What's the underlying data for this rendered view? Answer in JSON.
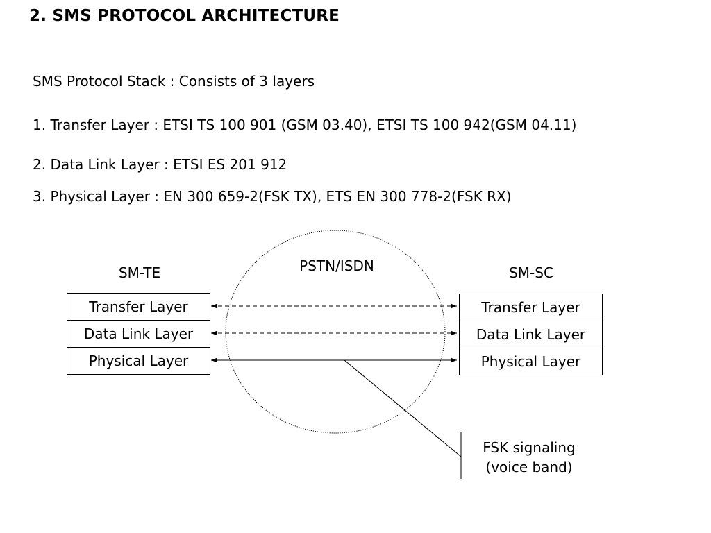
{
  "title": "2.  SMS PROTOCOL ARCHITECTURE",
  "intro": "SMS Protocol Stack : Consists of 3 layers",
  "layers_list": [
    "1. Transfer Layer : ETSI TS 100 901 (GSM 03.40), ETSI TS 100 942(GSM 04.11)",
    "2. Data Link Layer : ETSI ES 201 912",
    "3. Physical Layer : EN 300 659-2(FSK TX), ETS EN 300 778-2(FSK RX)"
  ],
  "diagram": {
    "left_stack": {
      "label": "SM-TE",
      "cells": [
        "Transfer Layer",
        "Data Link Layer",
        "Physical Layer"
      ]
    },
    "right_stack": {
      "label": "SM-SC",
      "cells": [
        "Transfer Layer",
        "Data Link Layer",
        "Physical Layer"
      ]
    },
    "network_label": "PSTN/ISDN",
    "fsk_label_line1": "FSK signaling",
    "fsk_label_line2": "(voice band)"
  }
}
